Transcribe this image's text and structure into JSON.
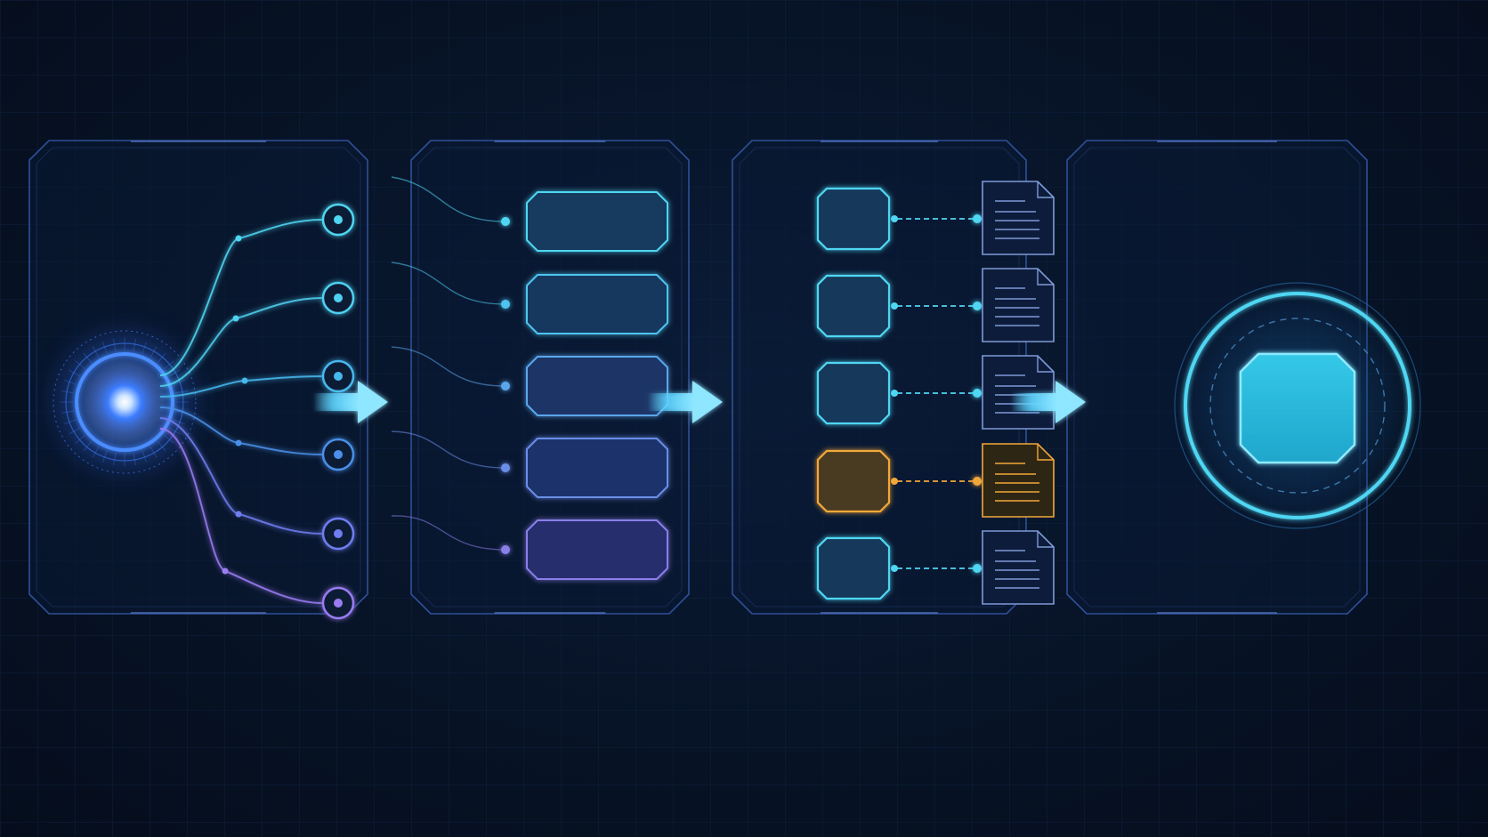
{
  "colors": {
    "background": "#071326",
    "grid": "#12284a",
    "panel_border": "#2f4f97",
    "panel_fill": "#0a1a34",
    "cyan": "#4fd6f2",
    "blue": "#4a78e8",
    "violet": "#9a7cf2",
    "amber": "#f2a73a",
    "doc_stroke": "#7e9ad8",
    "core_glow": "#4a8cff",
    "arrow": "#5fd4ff"
  },
  "panels": [
    {
      "name": "source-panel"
    },
    {
      "name": "category-panel"
    },
    {
      "name": "mapping-panel"
    },
    {
      "name": "output-panel"
    }
  ],
  "source_outputs": [
    {
      "color": "#4fd6f2"
    },
    {
      "color": "#4fd0f0"
    },
    {
      "color": "#46b8ee"
    },
    {
      "color": "#4a8fe8"
    },
    {
      "color": "#6f7ef0"
    },
    {
      "color": "#9a7cf2"
    }
  ],
  "category_blocks": [
    {
      "border": "#4fd6f2",
      "fill": "#143a5e"
    },
    {
      "border": "#4ec4ee",
      "fill": "#17385f"
    },
    {
      "border": "#5aa6ec",
      "fill": "#1b3566"
    },
    {
      "border": "#6a8ee8",
      "fill": "#1f326a"
    },
    {
      "border": "#8a7ee8",
      "fill": "#272d6e"
    }
  ],
  "mapping_rows": [
    {
      "state": "normal",
      "color": "#4fd6f2"
    },
    {
      "state": "normal",
      "color": "#4fd6f2"
    },
    {
      "state": "normal",
      "color": "#4fd6f2"
    },
    {
      "state": "highlighted",
      "color": "#f2a73a"
    },
    {
      "state": "normal",
      "color": "#4fd6f2"
    }
  ],
  "flow_arrows": 3,
  "icons": {
    "source": "glowing-core-icon",
    "document": "document-icon",
    "output": "target-chip-icon"
  }
}
